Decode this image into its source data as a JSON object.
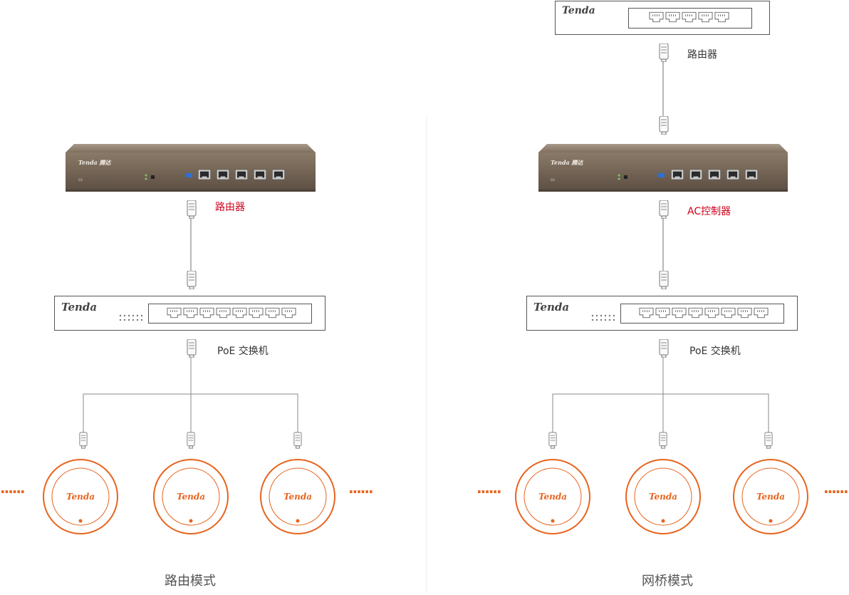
{
  "brand": "Tenda",
  "colors": {
    "accent": "#e8641e",
    "label_red": "#d0021b",
    "router_body": "#7a6a58",
    "line": "#888888"
  },
  "left": {
    "caption": "路由模式",
    "router_label": "路由器",
    "switch_label": "PoE 交换机",
    "ap_count": 3,
    "switch_ports": 8
  },
  "right": {
    "caption": "网桥模式",
    "top_router_label": "路由器",
    "controller_label": "AC控制器",
    "switch_label": "PoE 交换机",
    "ap_count": 3,
    "switch_ports": 8,
    "top_router_ports": 5
  },
  "ellipsis": "······"
}
